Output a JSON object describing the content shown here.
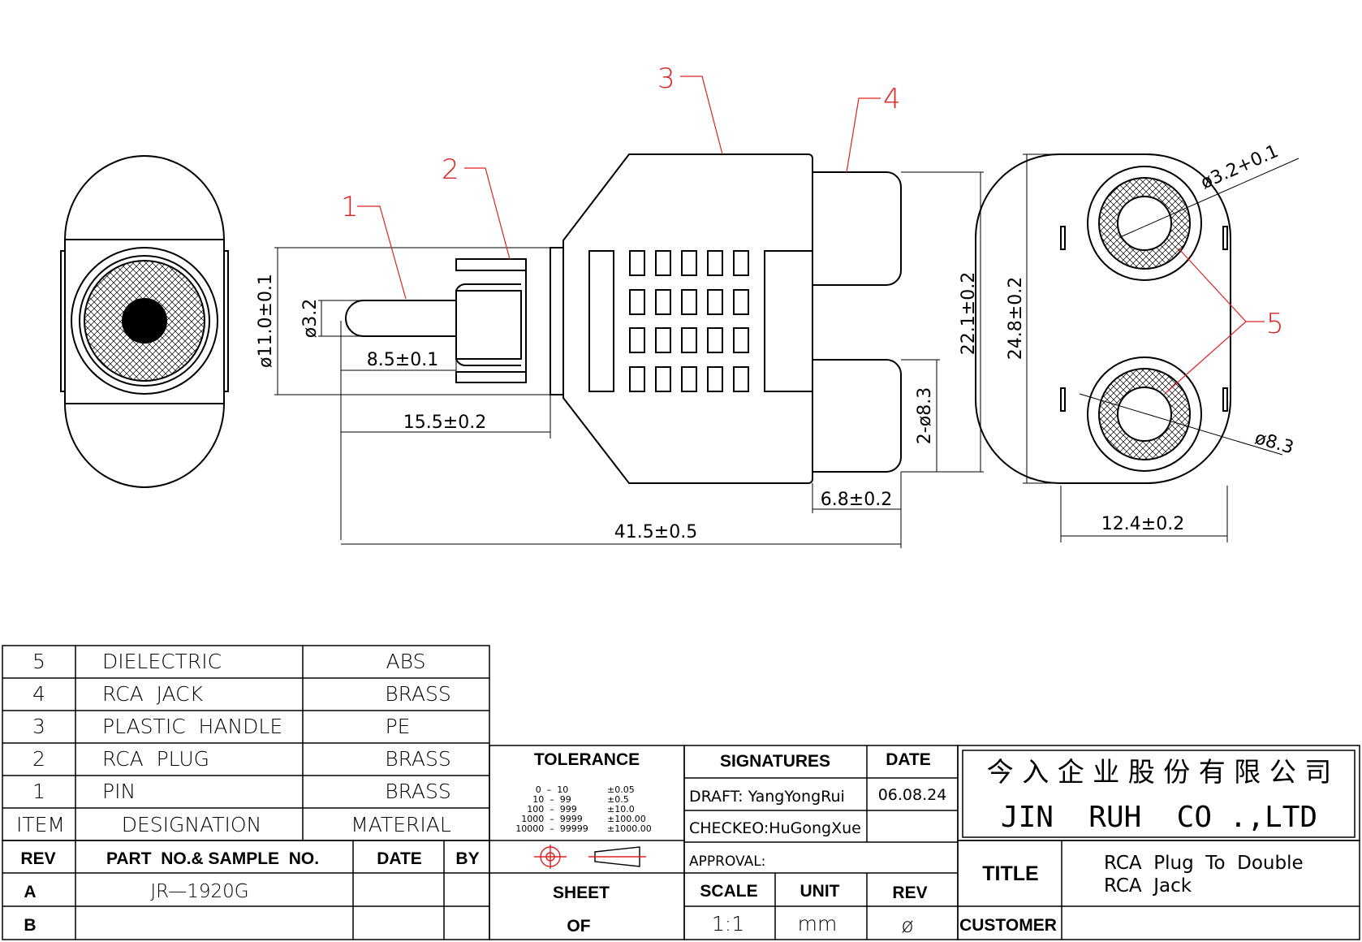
{
  "leaders": [
    "1",
    "2",
    "3",
    "4",
    "5"
  ],
  "dimensions": {
    "pin_dia": "ø3.2",
    "plug_dia": "ø11.0±0.1",
    "pin_len": "8.5±0.1",
    "plug_len": "15.5±0.2",
    "jack_spacing": "22.1±0.2",
    "jack_dia2": "2-ø8.3",
    "jack_len": "6.8±0.2",
    "total_len": "41.5±0.5",
    "end_height": "24.8±0.2",
    "end_width": "12.4±0.2",
    "hole_dia": "ø3.2+0.1",
    "outer_dia": "ø8.3"
  },
  "bom": {
    "rows": [
      {
        "item": "5",
        "designation": "DIELECTRIC",
        "material": "ABS"
      },
      {
        "item": "4",
        "designation": "RCA  JACK",
        "material": "BRASS"
      },
      {
        "item": "3",
        "designation": "PLASTIC  HANDLE",
        "material": "PE"
      },
      {
        "item": "2",
        "designation": "RCA  PLUG",
        "material": "BRASS"
      },
      {
        "item": "1",
        "designation": "PIN",
        "material": "BRASS"
      }
    ],
    "header": {
      "item": "ITEM",
      "designation": "DESIGNATION",
      "material": "MATERIAL"
    }
  },
  "rev_table": {
    "header": {
      "rev": "REV",
      "part": "PART  NO.& SAMPLE  NO.",
      "date": "DATE",
      "by": "BY"
    },
    "rows": [
      {
        "rev": "A",
        "part": "JR—1920G"
      },
      {
        "rev": "B",
        "part": ""
      }
    ]
  },
  "tolerance": {
    "title": "TOLERANCE",
    "ranges": [
      "0  –  10",
      "10  –  99",
      "100  –  999",
      "1000  –  9999",
      "10000  –  99999"
    ],
    "values": [
      "±0.05",
      "±0.5",
      "±10.0",
      "±100.00",
      "±1000.00"
    ]
  },
  "sheet": {
    "sheet": "SHEET",
    "of": "OF"
  },
  "signatures": {
    "title": "SIGNATURES",
    "draft": "DRAFT: YangYongRui",
    "checked": "CHECKEO:HuGongXue",
    "approval": "APPROVAL:",
    "date_label": "DATE",
    "date": "06.08.24"
  },
  "scale": {
    "scale_label": "SCALE",
    "unit_label": "UNIT",
    "rev_label": "REV",
    "scale": "1:1",
    "unit": "mm",
    "rev": "ø"
  },
  "company": {
    "chinese": "今 入 企 业 股 份 有 限 公 司",
    "english": "JIN  RUH  CO .,LTD"
  },
  "title_block": {
    "title_label": "TITLE",
    "title_line1": "RCA  Plug  To  Double",
    "title_line2": "RCA  Jack",
    "customer_label": "CUSTOMER"
  }
}
